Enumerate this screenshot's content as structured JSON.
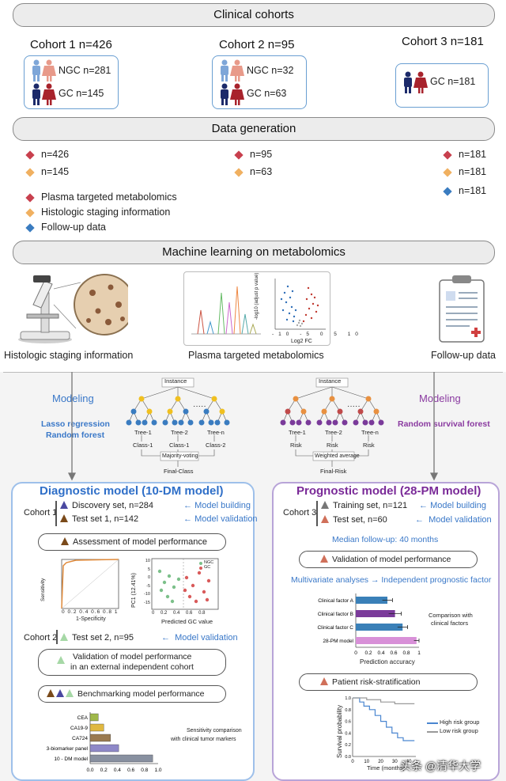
{
  "banners": {
    "clinical": "Clinical cohorts",
    "data": "Data generation",
    "ml": "Machine learning on metabolomics"
  },
  "cohorts": {
    "c1": {
      "title": "Cohort 1 n=426",
      "ngc": "NGC n=281",
      "gc": "GC n=145"
    },
    "c2": {
      "title": "Cohort 2 n=95",
      "ngc": "NGC n=32",
      "gc": "GC n=63"
    },
    "c3": {
      "title": "Cohort 3 n=181",
      "gc": "GC n=181"
    }
  },
  "data_gen": {
    "c1": [
      "n=426",
      "n=145"
    ],
    "c2": [
      "n=95",
      "n=63"
    ],
    "c3": [
      "n=181",
      "n=181",
      "n=181"
    ],
    "legend": [
      "Plasma targeted metabolomics",
      "Histologic staging information",
      "Follow-up data"
    ],
    "colors": {
      "metabolomics": "#c8404e",
      "staging": "#f0b060",
      "followup": "#3a7cc0"
    }
  },
  "ml_images": {
    "histo": "Histologic staging information",
    "plasma": "Plasma targeted metabolomics",
    "followup": "Follow-up data",
    "volcano_y": "-log10 (adjust p value)",
    "volcano_x": "Log2 FC",
    "volcano_ticks": [
      "-10",
      "-5",
      "0",
      "5",
      "10"
    ]
  },
  "modeling": {
    "left_head": "Modeling",
    "left_methods": [
      "Lasso regression",
      "Random forest"
    ],
    "right_head": "Modeling",
    "right_method": "Random survival forest",
    "instance": "Instance",
    "trees": [
      "Tree-1",
      "Tree-2",
      "Tree-n"
    ],
    "dots": "·····",
    "left_out": [
      "Class-1",
      "Class-1",
      "Class-2"
    ],
    "left_agg": "Majority-voting",
    "left_final": "Final-Class",
    "right_out": [
      "Risk",
      "Risk",
      "Risk"
    ],
    "right_agg": "Weighted average",
    "right_final": "Final-Risk"
  },
  "diagnostic": {
    "title": "Diagnostic model (10-DM model)",
    "cohort1": "Cohort 1",
    "discovery": "Discovery set, n=284",
    "model_building": "Model building",
    "test1": "Test set 1, n=142",
    "model_validation": "Model validation",
    "assessment": "Assessment of model performance",
    "roc_y": "Sensitivity",
    "roc_x": "1-Specificity",
    "roc_ticks": [
      "0",
      "0.2",
      "0.4",
      "0.6",
      "0.8",
      "1"
    ],
    "pca_y": "PC1 (12.41%)",
    "pca_x": "Predicted GC value",
    "pca_legend": [
      "NGC",
      "GC"
    ],
    "pca_xticks": [
      "0",
      "0.2",
      "0.4",
      "0.6",
      "0.8"
    ],
    "pca_yticks": [
      "10",
      "5",
      "0",
      "-5",
      "-10",
      "-15"
    ],
    "cohort2": "Cohort 2",
    "test2": "Test set 2, n=95",
    "model_validation2": "Model validation",
    "validation_ext_1": "Validation of model performance",
    "validation_ext_2": "in an external independent cohort",
    "benchmark": "Benchmarking model performance",
    "bench_caption_1": "Sensitivity comparison",
    "bench_caption_2": "with clinical tumor markers",
    "bench_xticks": [
      "0.0",
      "0.2",
      "0.4",
      "0.6",
      "0.8",
      "1.0"
    ]
  },
  "prognostic": {
    "title": "Prognostic model (28-PM model)",
    "cohort3": "Cohort 3",
    "training": "Training set, n=121",
    "model_building": "Model building",
    "test": "Test set, n=60",
    "model_validation": "Model validation",
    "median": "Median follow-up: 40 months",
    "validation": "Validation of model performance",
    "multivariate": "Multivariate analyses",
    "independent": "Independent prognostic factor",
    "acc_xlabel": "Prediction accuracy",
    "acc_caption_1": "Comparison with",
    "acc_caption_2": "clinical factors",
    "acc_xticks": [
      "0",
      "0.2",
      "0.4",
      "0.6",
      "0.8",
      "1"
    ],
    "risk": "Patient risk-stratification",
    "surv_y": "Survival probability",
    "surv_x": "Time (months)",
    "surv_yticks": [
      "1.0",
      "0.8",
      "0.6",
      "0.4",
      "0.2",
      "0.0"
    ],
    "surv_xticks": [
      "0",
      "10",
      "20",
      "30",
      "40"
    ],
    "surv_legend": [
      "High risk group",
      "Low risk group"
    ]
  },
  "watermark": "头条 @清华大学",
  "chart_data": [
    {
      "type": "bar",
      "title": "",
      "caption": "Sensitivity comparison with clinical tumor markers",
      "categories": [
        "CEA",
        "CA19-9",
        "CA724",
        "3-biomarker panel",
        "10 - DM model"
      ],
      "values": [
        0.12,
        0.2,
        0.3,
        0.42,
        0.92
      ],
      "colors": [
        "#9fb84a",
        "#e0b840",
        "#9a7a50",
        "#8e88c8",
        "#8890a0"
      ],
      "xlim": [
        0,
        1.0
      ]
    },
    {
      "type": "bar",
      "title": "",
      "xlabel": "Prediction accuracy",
      "categories": [
        "Clinical factor A",
        "Clinical factor B",
        "Clinical factor C",
        "28-PM model"
      ],
      "values": [
        0.5,
        0.62,
        0.74,
        0.96
      ],
      "errors": [
        0.08,
        0.1,
        0.08,
        0.04
      ],
      "colors": [
        "#3a80b8",
        "#7a3a9a",
        "#3a80b8",
        "#d890d8"
      ],
      "xlim": [
        0,
        1
      ]
    },
    {
      "type": "line",
      "xlabel": "Time (months)",
      "ylabel": "Survival probability",
      "series": [
        {
          "name": "High risk group",
          "x": [
            0,
            5,
            8,
            12,
            16,
            20,
            24,
            28,
            32,
            36,
            44
          ],
          "y": [
            1.0,
            0.93,
            0.86,
            0.8,
            0.7,
            0.6,
            0.5,
            0.4,
            0.32,
            0.27,
            0.27
          ]
        },
        {
          "name": "Low risk group",
          "x": [
            0,
            10,
            20,
            30,
            44
          ],
          "y": [
            1.0,
            0.97,
            0.93,
            0.9,
            0.9
          ]
        }
      ],
      "xlim": [
        0,
        45
      ],
      "ylim": [
        0,
        1.0
      ]
    }
  ]
}
